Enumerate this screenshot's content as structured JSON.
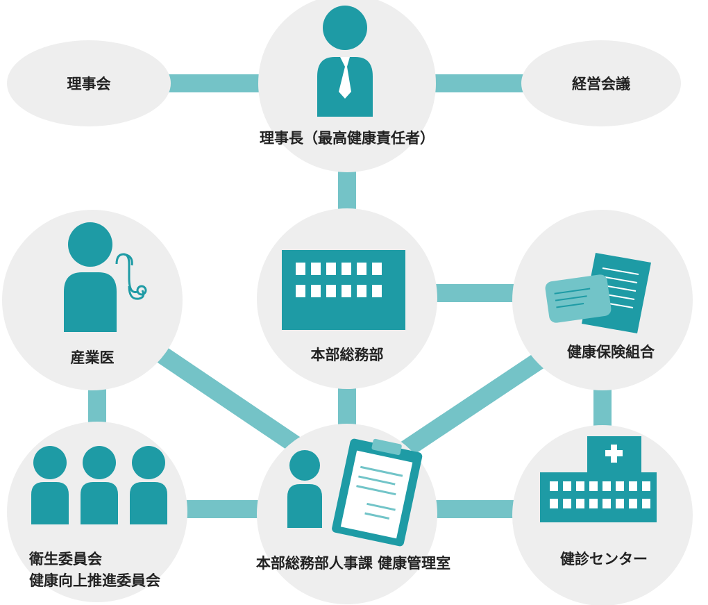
{
  "colors": {
    "node_fill": "#eeeeee",
    "connector": "#74c3c7",
    "icon_teal": "#1e9ba5",
    "icon_light": "#72c4c8",
    "paper": "#ffffff",
    "text": "#222222"
  },
  "nodes": {
    "board": {
      "label": "理事会"
    },
    "chairman": {
      "label": "理事長（最高健康責任者）",
      "icon": "businessman-icon"
    },
    "management_meeting": {
      "label": "経営会議"
    },
    "occupational_physician": {
      "label": "産業医",
      "icon": "doctor-stethoscope-icon"
    },
    "general_affairs": {
      "label": "本部総務部",
      "icon": "office-building-icon"
    },
    "health_insurance": {
      "label": "健康保険組合",
      "icon": "insurance-card-document-icon"
    },
    "committees": {
      "label_line1": "衛生委員会",
      "label_line2": "健康向上推進委員会",
      "icon": "three-people-icon"
    },
    "health_office": {
      "label": "本部総務部人事課  健康管理室",
      "icon": "person-clipboard-icon"
    },
    "checkup_center": {
      "label": "健診センター",
      "icon": "hospital-icon"
    }
  }
}
